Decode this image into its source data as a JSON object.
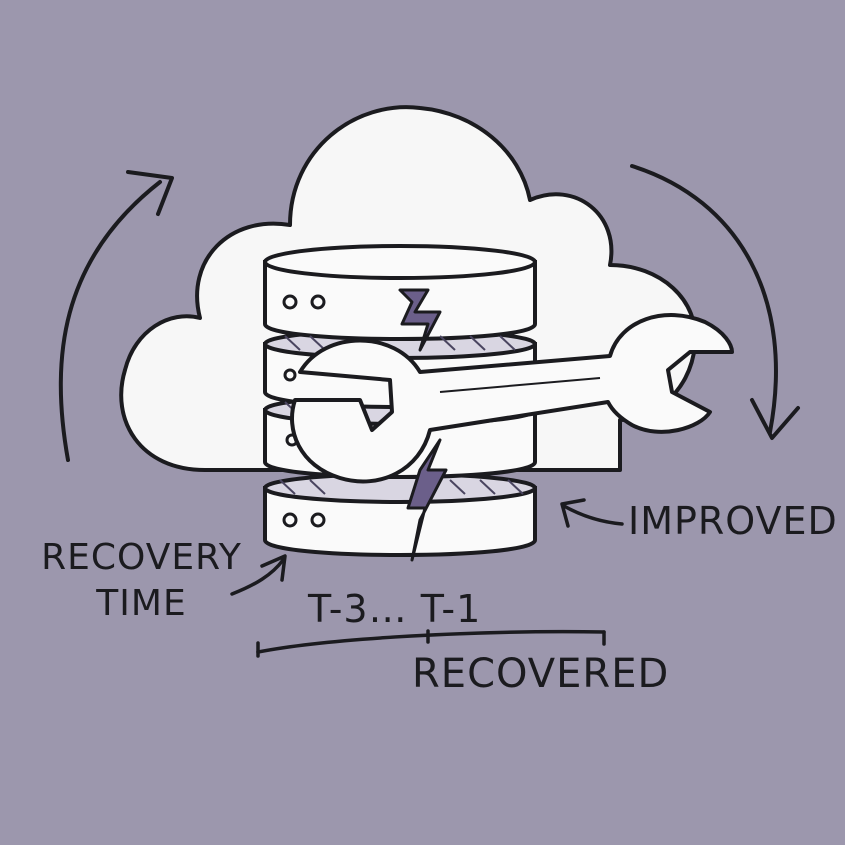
{
  "labels": {
    "recovery_time_line1": "RECOVERY",
    "recovery_time_line2": "TIME",
    "improved": "IMPROVED",
    "timeline": "T-3… T-1",
    "recovered": "RECOVERED"
  },
  "colors": {
    "background": "#9c97ad",
    "ink": "#1b1b1f",
    "cloud_fill": "#f7f7f7",
    "server_fill": "#fafafa",
    "crack_purple": "#6b5f8a"
  },
  "icons": [
    "cloud-icon",
    "database-server-icon",
    "wrench-icon",
    "lightning-crack-icon",
    "cycle-arrow-icon"
  ]
}
